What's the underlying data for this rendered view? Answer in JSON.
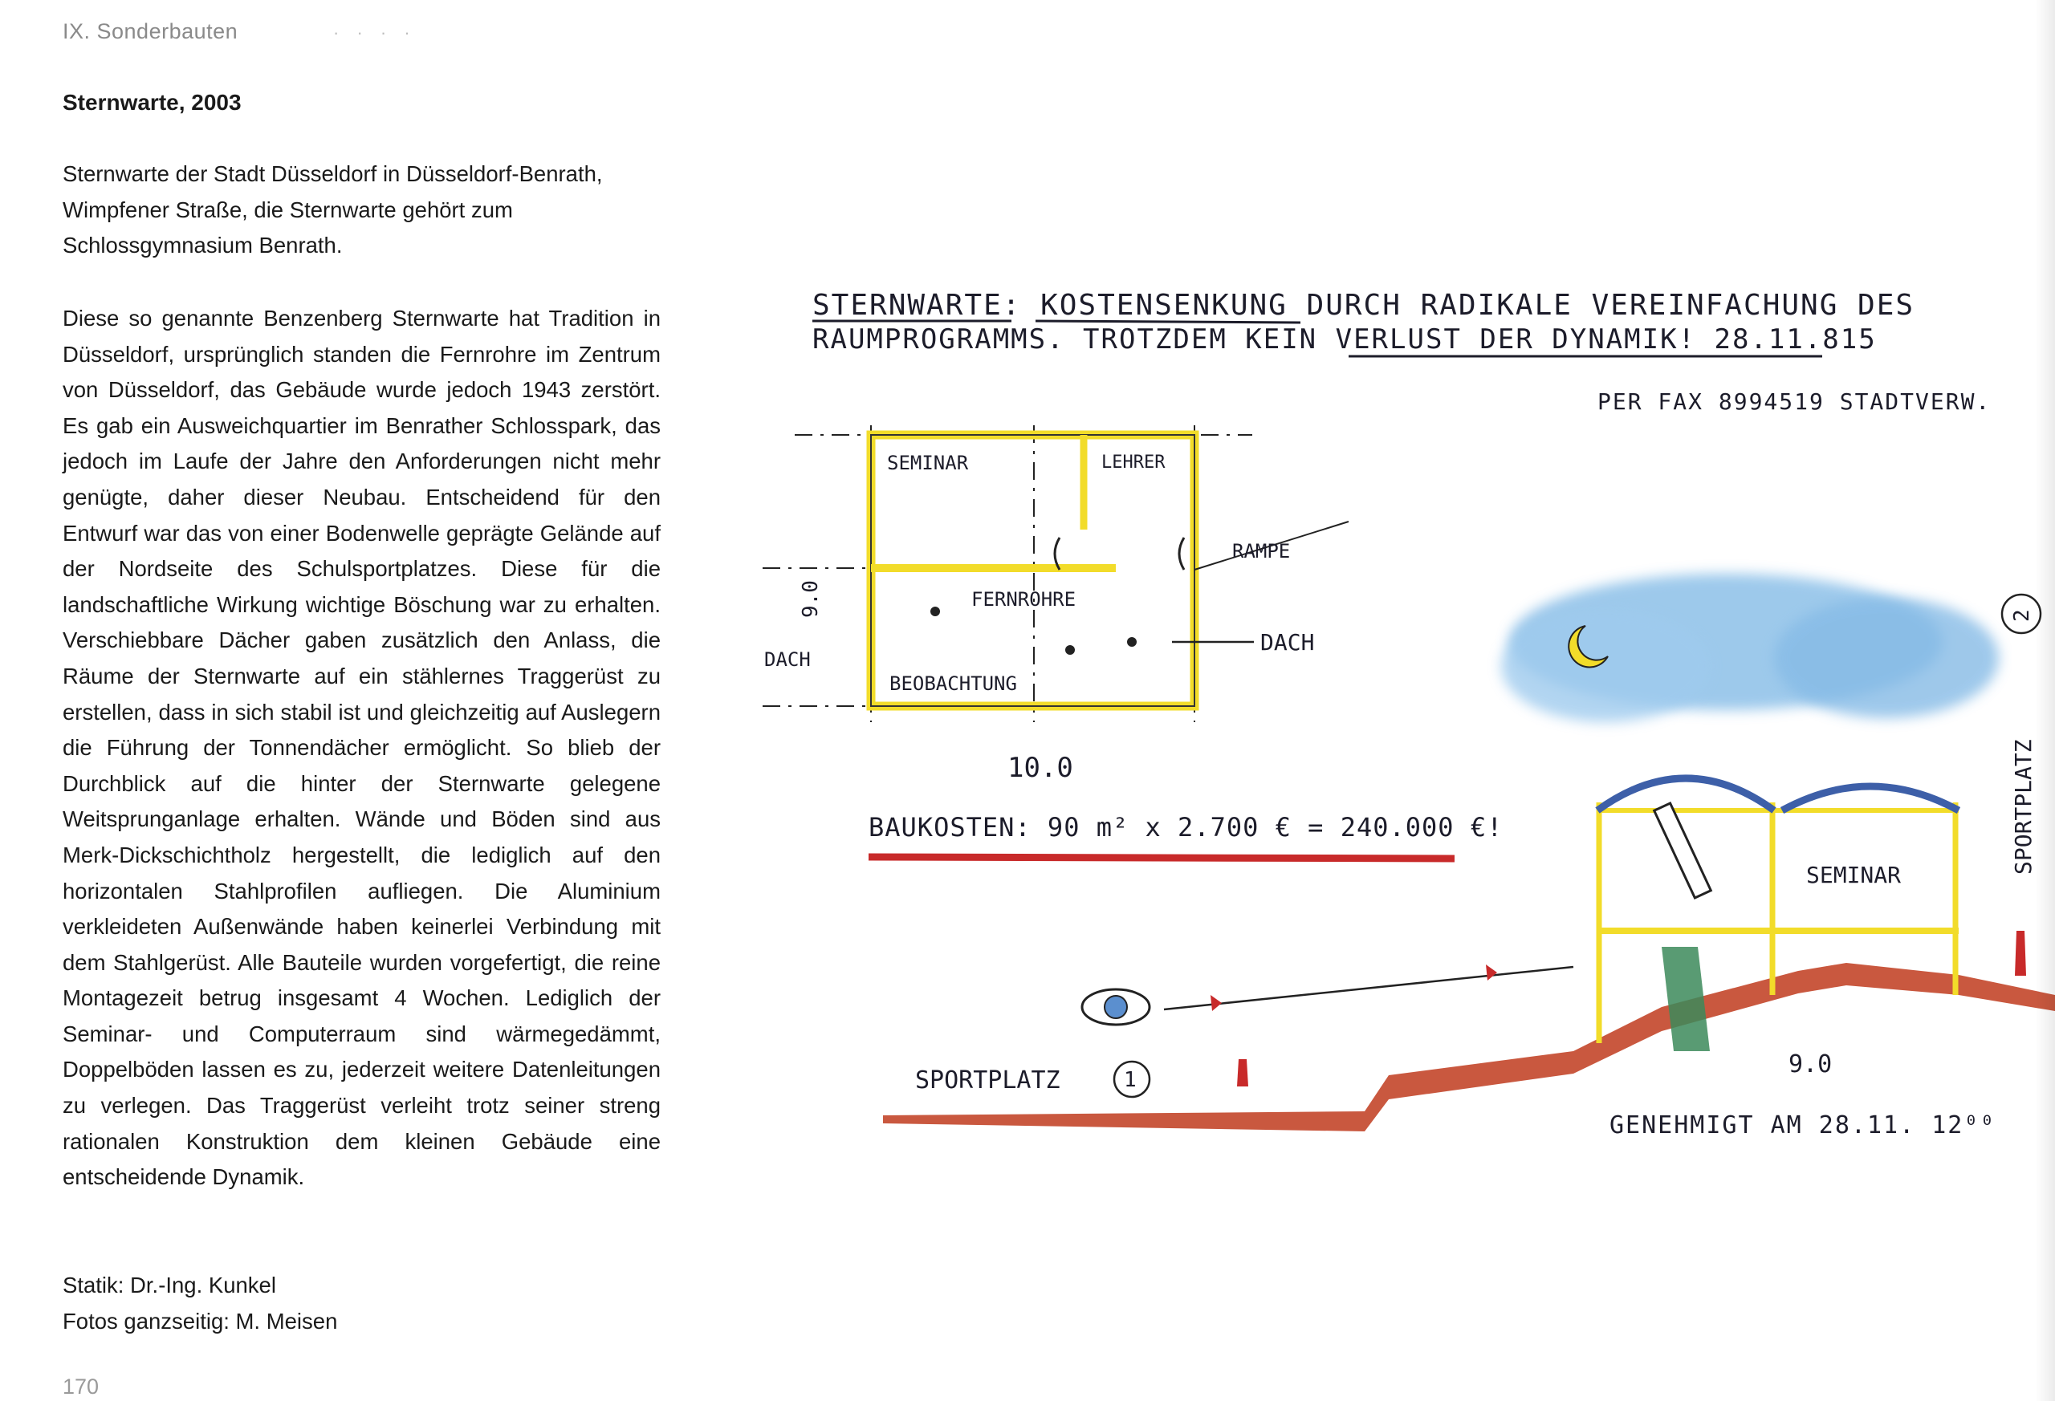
{
  "header": {
    "section": "IX. Sonderbauten"
  },
  "article": {
    "title": "Sternwarte, 2003",
    "intro": "Sternwarte der Stadt Düsseldorf in Düsseldorf-Benrath, Wimpfener Straße, die Sternwarte gehört zum Schlossgymnasium Benrath.",
    "body": "Diese so genannte Benzenberg Sternwarte hat Tradition in Düsseldorf, ursprünglich standen die Fernrohre im Zentrum von Düsseldorf, das Gebäude wurde jedoch 1943 zerstört. Es gab ein Ausweichquartier im Benrather Schlosspark, das jedoch im Laufe der Jahre den Anforderungen nicht mehr genügte, daher dieser Neubau. Entscheidend für den Entwurf war das von einer Bodenwelle geprägte Gelände auf der Nordseite des Schulsportplatzes. Diese für die landschaftliche Wirkung wichtige Böschung war zu erhalten. Verschiebbare Dächer gaben zusätzlich den Anlass, die Räume der Sternwarte auf ein stählernes Traggerüst zu erstellen, dass in sich stabil ist und gleichzeitig auf Auslegern die Führung der Tonnendächer ermöglicht. So blieb der Durchblick auf die hinter der Sternwarte gelegene Weitsprunganlage erhalten. Wände und Böden sind aus Merk-Dickschichtholz hergestellt, die lediglich auf den horizontalen Stahlprofilen aufliegen. Die Aluminium verkleideten Außenwände haben keinerlei Verbindung mit dem Stahlgerüst. Alle Bauteile wurden vorgefertigt, die reine Montagezeit betrug insgesamt 4 Wochen. Lediglich der Seminar- und Computerraum sind wärmegedämmt, Doppelböden lassen es zu, jederzeit weitere Datenleitungen zu verlegen. Das Traggerüst verleiht trotz seiner streng rationalen Konstruktion dem kleinen Gebäude eine entscheidende Dynamik.",
    "credits": [
      "Statik: Dr.-Ing. Kunkel",
      "Fotos ganzseitig: M. Meisen"
    ]
  },
  "footer": {
    "page_number": "170"
  },
  "sketch": {
    "headline_line1": "STERNWARTE: KOSTENSENKUNG DURCH RADIKALE VEREINFACHUNG DES",
    "headline_line2": "RAUMPROGRAMMS. TROTZDEM KEIN VERLUST DER DYNAMIK! 28.11.815",
    "fax_note": "PER FAX 8994519 STADTVERW.",
    "plan_labels": {
      "seminar": "SEMINAR",
      "lehrer": "LEHRER",
      "rampe": "RAMPE",
      "fernrohre": "FERNROHRE",
      "beobachtung": "BEOBACHTUNG",
      "dach_left": "DACH",
      "dach_right": "DACH",
      "depth": "9.0",
      "width": "10.0"
    },
    "cost_line": "BAUKOSTEN: 90 m² x 2.700 € = 240.000 €!",
    "section_labels": {
      "seminar": "SEMINAR",
      "sportplatz_1": "SPORTPLATZ",
      "marker_1": "1",
      "sportplatz_2": "SPORTPLATZ",
      "marker_2": "2",
      "dimension": "9.0"
    },
    "approval_note": "GENEHMIGT AM 28.11. 12⁰⁰",
    "colors": {
      "plan_walls": "#f2dc2a",
      "sky": "#8cc0e8",
      "ground": "#c9583f",
      "roof": "#3d5fa8",
      "cost_underline": "#c82a2a"
    }
  }
}
